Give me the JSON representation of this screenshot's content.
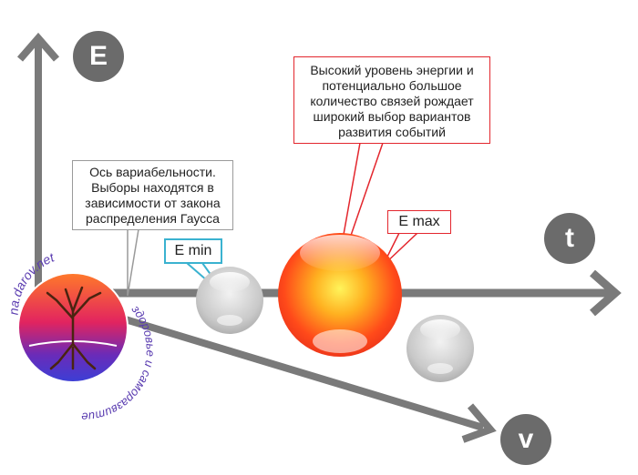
{
  "axes": {
    "energy_label": "E",
    "time_label": "t",
    "variability_label": "v"
  },
  "callouts": {
    "variability_axis": "Ось вариабельности. Выборы находятся в зависимости от закона распределения Гаусса",
    "high_energy": "Высокий уровень энергии и потенциально большое количество связей рождает широкий выбор вариантов развития событий",
    "e_min": "E min",
    "e_max": "E max"
  },
  "logo": {
    "text_top": "na.darov.net",
    "text_right": "здоровье и саморазвитие"
  },
  "colors": {
    "axis": "#7a7a7a",
    "badge": "#6b6b6b",
    "callout_red": "#e3262d",
    "callout_blue": "#3ab2d0",
    "emax_sphere": "#ff5a1e",
    "emin_sphere": "#c8c8c8"
  }
}
